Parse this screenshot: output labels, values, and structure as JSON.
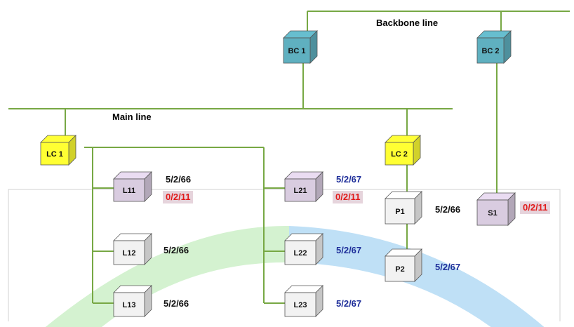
{
  "lines": {
    "backbone": "Backbone line",
    "main": "Main line"
  },
  "nodes": {
    "bc1": "BC 1",
    "bc2": "BC 2",
    "lc1": "LC 1",
    "lc2": "LC 2",
    "l11": "L11",
    "l12": "L12",
    "l13": "L13",
    "l21": "L21",
    "l22": "L22",
    "l23": "L23",
    "p1": "P1",
    "p2": "P2",
    "s1": "S1"
  },
  "addresses": {
    "l11": "5/2/66",
    "l11_alt": "0/2/11",
    "l12": "5/2/66",
    "l13": "5/2/66",
    "l21": "5/2/67",
    "l21_alt": "0/2/11",
    "l22": "5/2/67",
    "l23": "5/2/67",
    "p1": "5/2/66",
    "p2": "5/2/67",
    "s1_alt": "0/2/11"
  },
  "colors": {
    "line": "#77a844",
    "bc_face": "#5fb0c0",
    "lc_face": "#ffff33",
    "device_face": "#f2f2f2",
    "device_lilac": "#d9cce0",
    "addr_black": "#111111",
    "addr_blue": "#1f2f9a",
    "addr_red": "#e01b1b",
    "highlight_bg": "#e6d4dc",
    "arc_green": "#d4f2d0",
    "arc_blue": "#bfe0f6",
    "frame": "#d0d0d0"
  }
}
